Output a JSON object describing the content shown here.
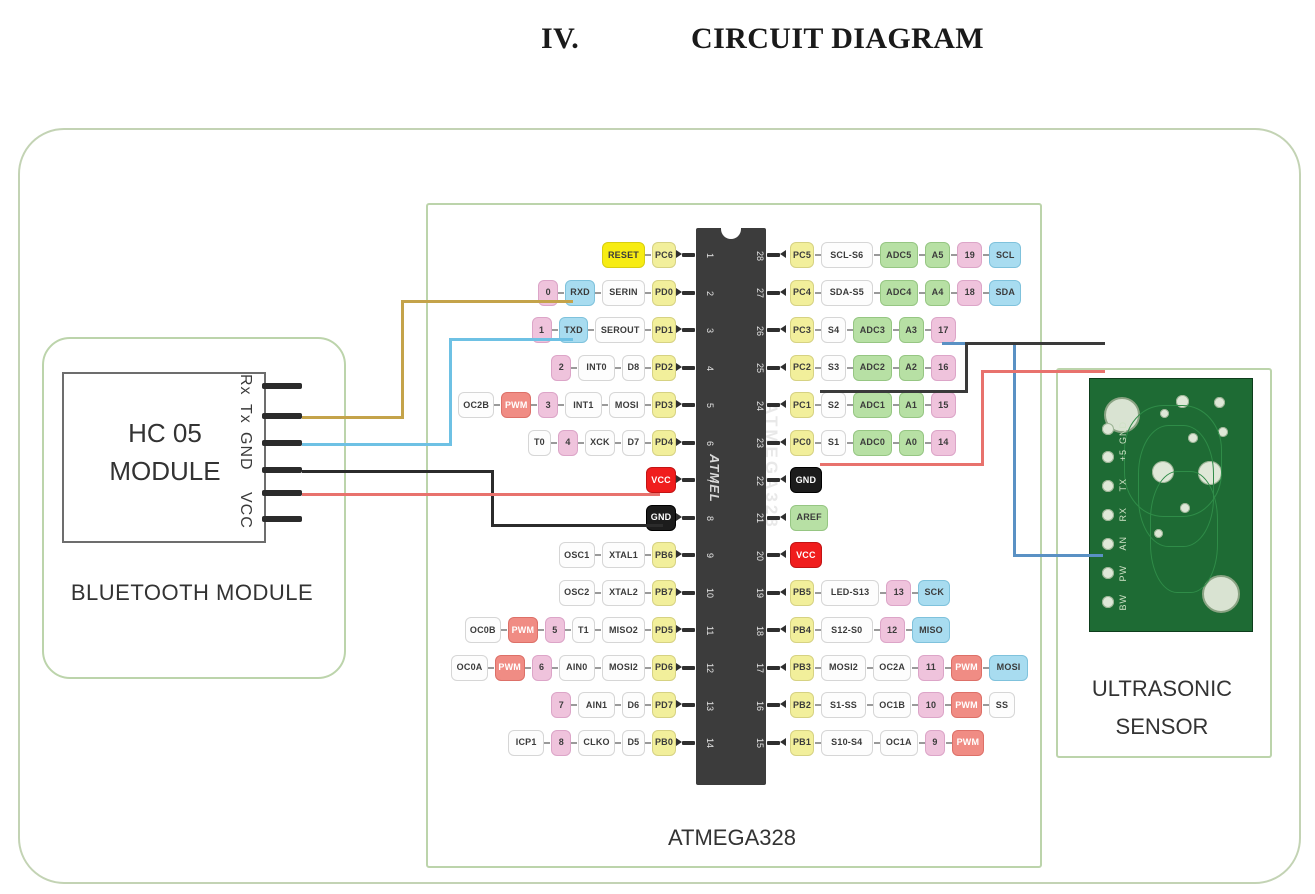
{
  "heading": {
    "numeral": "IV.",
    "title": "CIRCUIT DIAGRAM"
  },
  "bluetooth": {
    "module_line1": "HC 05",
    "module_line2": "MODULE",
    "caption": "BLUETOOTH MODULE",
    "pin_labels": [
      "Rx",
      "Tx",
      "GND",
      "VCC"
    ]
  },
  "ultrasonic": {
    "caption_line1": "ULTRASONIC",
    "caption_line2": "SENSOR",
    "pin_labels": [
      "GND",
      "+5",
      "TX",
      "RX",
      "AN",
      "PW",
      "BW"
    ]
  },
  "mcu": {
    "caption": "ATMEGA328",
    "chip_name": "ATMEGA328",
    "chip_logo": "ATMEL",
    "left_pin_numbers": [
      "1",
      "2",
      "3",
      "4",
      "5",
      "6",
      "7",
      "8",
      "9",
      "10",
      "11",
      "12",
      "13",
      "14"
    ],
    "right_pin_numbers": [
      "28",
      "27",
      "26",
      "25",
      "24",
      "23",
      "22",
      "21",
      "20",
      "19",
      "18",
      "17",
      "16",
      "15"
    ],
    "left_rows": [
      {
        "pin": "1",
        "port": "PC6",
        "cells": [
          {
            "t": "RESET",
            "c": "c-reset"
          }
        ]
      },
      {
        "pin": "2",
        "port": "PD0",
        "cells": [
          {
            "t": "0",
            "c": "c-digital"
          },
          {
            "t": "RXD",
            "c": "c-serial"
          },
          {
            "t": "SERIN",
            "c": "c-white"
          }
        ]
      },
      {
        "pin": "3",
        "port": "PD1",
        "cells": [
          {
            "t": "1",
            "c": "c-digital"
          },
          {
            "t": "TXD",
            "c": "c-serial"
          },
          {
            "t": "SEROUT",
            "c": "c-white"
          }
        ]
      },
      {
        "pin": "4",
        "port": "PD2",
        "cells": [
          {
            "t": "2",
            "c": "c-digital"
          },
          {
            "t": "INT0",
            "c": "c-white"
          },
          {
            "t": "D8",
            "c": "c-white"
          }
        ]
      },
      {
        "pin": "5",
        "port": "PD3",
        "cells": [
          {
            "t": "OC2B",
            "c": "c-white"
          },
          {
            "t": "PWM",
            "c": "c-pwm"
          },
          {
            "t": "3",
            "c": "c-digital"
          },
          {
            "t": "INT1",
            "c": "c-white"
          },
          {
            "t": "MOSI",
            "c": "c-white"
          }
        ]
      },
      {
        "pin": "6",
        "port": "PD4",
        "cells": [
          {
            "t": "T0",
            "c": "c-white"
          },
          {
            "t": "4",
            "c": "c-digital"
          },
          {
            "t": "XCK",
            "c": "c-white"
          },
          {
            "t": "D7",
            "c": "c-white"
          }
        ]
      },
      {
        "pin": "7",
        "port": "",
        "cells": [
          {
            "t": "VCC",
            "c": "c-vcc"
          }
        ]
      },
      {
        "pin": "8",
        "port": "",
        "cells": [
          {
            "t": "GND",
            "c": "c-gnd"
          }
        ]
      },
      {
        "pin": "9",
        "port": "PB6",
        "cells": [
          {
            "t": "OSC1",
            "c": "c-white"
          },
          {
            "t": "XTAL1",
            "c": "c-white"
          }
        ]
      },
      {
        "pin": "10",
        "port": "PB7",
        "cells": [
          {
            "t": "OSC2",
            "c": "c-white"
          },
          {
            "t": "XTAL2",
            "c": "c-white"
          }
        ]
      },
      {
        "pin": "11",
        "port": "PD5",
        "cells": [
          {
            "t": "OC0B",
            "c": "c-white"
          },
          {
            "t": "PWM",
            "c": "c-pwm"
          },
          {
            "t": "5",
            "c": "c-digital"
          },
          {
            "t": "T1",
            "c": "c-white"
          },
          {
            "t": "MISO2",
            "c": "c-white"
          }
        ]
      },
      {
        "pin": "12",
        "port": "PD6",
        "cells": [
          {
            "t": "OC0A",
            "c": "c-white"
          },
          {
            "t": "PWM",
            "c": "c-pwm"
          },
          {
            "t": "6",
            "c": "c-digital"
          },
          {
            "t": "AIN0",
            "c": "c-white"
          },
          {
            "t": "MOSI2",
            "c": "c-white"
          }
        ]
      },
      {
        "pin": "13",
        "port": "PD7",
        "cells": [
          {
            "t": "7",
            "c": "c-digital"
          },
          {
            "t": "AIN1",
            "c": "c-white"
          },
          {
            "t": "D6",
            "c": "c-white"
          }
        ]
      },
      {
        "pin": "14",
        "port": "PB0",
        "cells": [
          {
            "t": "ICP1",
            "c": "c-white"
          },
          {
            "t": "8",
            "c": "c-digital"
          },
          {
            "t": "CLKO",
            "c": "c-white"
          },
          {
            "t": "D5",
            "c": "c-white"
          }
        ]
      }
    ],
    "right_rows": [
      {
        "pin": "28",
        "port": "PC5",
        "cells": [
          {
            "t": "SCL-S6",
            "c": "c-white"
          },
          {
            "t": "ADC5",
            "c": "c-adc"
          },
          {
            "t": "A5",
            "c": "c-analog"
          },
          {
            "t": "19",
            "c": "c-digital"
          },
          {
            "t": "SCL",
            "c": "c-spi"
          }
        ]
      },
      {
        "pin": "27",
        "port": "PC4",
        "cells": [
          {
            "t": "SDA-S5",
            "c": "c-white"
          },
          {
            "t": "ADC4",
            "c": "c-adc"
          },
          {
            "t": "A4",
            "c": "c-analog"
          },
          {
            "t": "18",
            "c": "c-digital"
          },
          {
            "t": "SDA",
            "c": "c-spi"
          }
        ]
      },
      {
        "pin": "26",
        "port": "PC3",
        "cells": [
          {
            "t": "S4",
            "c": "c-white"
          },
          {
            "t": "ADC3",
            "c": "c-adc"
          },
          {
            "t": "A3",
            "c": "c-analog"
          },
          {
            "t": "17",
            "c": "c-digital"
          }
        ]
      },
      {
        "pin": "25",
        "port": "PC2",
        "cells": [
          {
            "t": "S3",
            "c": "c-white"
          },
          {
            "t": "ADC2",
            "c": "c-adc"
          },
          {
            "t": "A2",
            "c": "c-analog"
          },
          {
            "t": "16",
            "c": "c-digital"
          }
        ]
      },
      {
        "pin": "24",
        "port": "PC1",
        "cells": [
          {
            "t": "S2",
            "c": "c-white"
          },
          {
            "t": "ADC1",
            "c": "c-adc"
          },
          {
            "t": "A1",
            "c": "c-analog"
          },
          {
            "t": "15",
            "c": "c-digital"
          }
        ]
      },
      {
        "pin": "23",
        "port": "PC0",
        "cells": [
          {
            "t": "S1",
            "c": "c-white"
          },
          {
            "t": "ADC0",
            "c": "c-adc"
          },
          {
            "t": "A0",
            "c": "c-analog"
          },
          {
            "t": "14",
            "c": "c-digital"
          }
        ]
      },
      {
        "pin": "22",
        "port": "",
        "cells": [
          {
            "t": "GND",
            "c": "c-gnd"
          }
        ]
      },
      {
        "pin": "21",
        "port": "",
        "cells": [
          {
            "t": "AREF",
            "c": "c-aref"
          }
        ]
      },
      {
        "pin": "20",
        "port": "",
        "cells": [
          {
            "t": "VCC",
            "c": "c-vcc"
          }
        ]
      },
      {
        "pin": "19",
        "port": "PB5",
        "cells": [
          {
            "t": "LED-S13",
            "c": "c-white"
          },
          {
            "t": "13",
            "c": "c-digital"
          },
          {
            "t": "SCK",
            "c": "c-spi"
          }
        ]
      },
      {
        "pin": "18",
        "port": "PB4",
        "cells": [
          {
            "t": "S12-S0",
            "c": "c-white"
          },
          {
            "t": "12",
            "c": "c-digital"
          },
          {
            "t": "MISO",
            "c": "c-spi"
          }
        ]
      },
      {
        "pin": "17",
        "port": "PB3",
        "cells": [
          {
            "t": "MOSI2",
            "c": "c-white"
          },
          {
            "t": "OC2A",
            "c": "c-white"
          },
          {
            "t": "11",
            "c": "c-digital"
          },
          {
            "t": "PWM",
            "c": "c-pwm"
          },
          {
            "t": "MOSI",
            "c": "c-spi"
          }
        ]
      },
      {
        "pin": "16",
        "port": "PB2",
        "cells": [
          {
            "t": "S1-SS",
            "c": "c-white"
          },
          {
            "t": "OC1B",
            "c": "c-white"
          },
          {
            "t": "10",
            "c": "c-digital"
          },
          {
            "t": "PWM",
            "c": "c-pwm"
          },
          {
            "t": "SS",
            "c": "c-white"
          }
        ]
      },
      {
        "pin": "15",
        "port": "PB1",
        "cells": [
          {
            "t": "S10-S4",
            "c": "c-white"
          },
          {
            "t": "OC1A",
            "c": "c-white"
          },
          {
            "t": "9",
            "c": "c-digital"
          },
          {
            "t": "PWM",
            "c": "c-pwm"
          }
        ]
      }
    ]
  },
  "wires": [
    {
      "name": "bt-tx-to-rxd",
      "color": "#c4a34a"
    },
    {
      "name": "bt-rx-to-txd",
      "color": "#6ec1e4"
    },
    {
      "name": "bt-gnd-to-gnd",
      "color": "#2b2b2b"
    },
    {
      "name": "bt-vcc-to-vcc",
      "color": "#e8726d"
    },
    {
      "name": "us-an-to-a3",
      "color": "#5a91c4"
    },
    {
      "name": "us-gnd-to-gnd",
      "color": "#3a3a3a"
    },
    {
      "name": "us-vcc-to-vcc",
      "color": "#e8726d"
    }
  ],
  "colors": {
    "panel_border": "#bcd4ab",
    "chip_body": "#3c3c3c",
    "reset": "#f7ec12",
    "vcc": "#f01d1d",
    "gnd": "#1c1c1c",
    "pcb_green": "#1e6b34"
  }
}
